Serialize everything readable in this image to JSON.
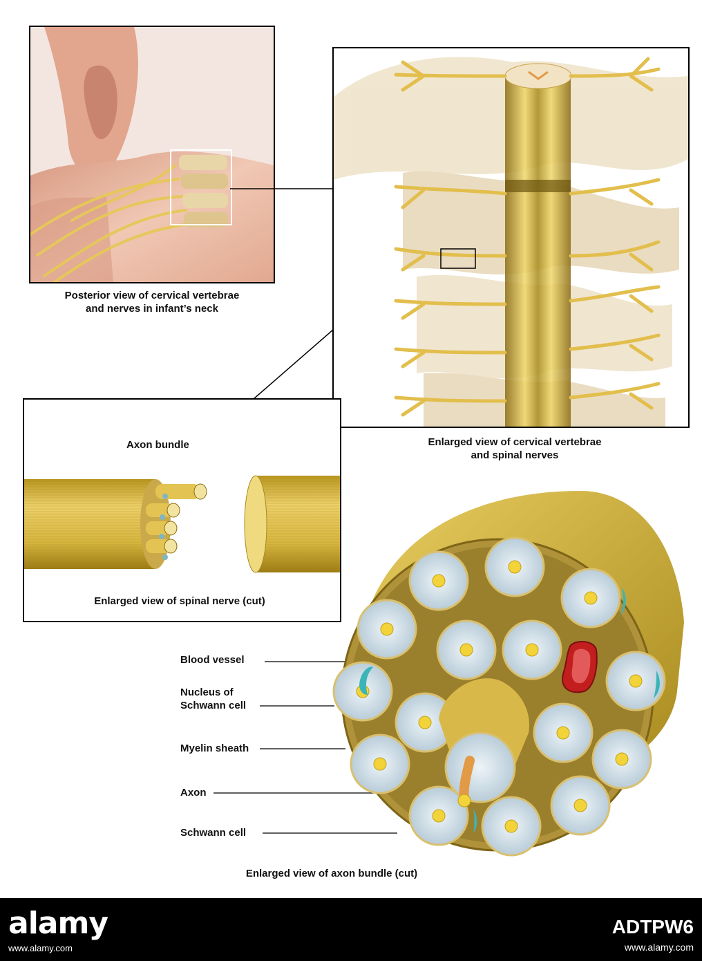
{
  "captions": {
    "neck": "Posterior view of cervical vertebrae\nand nerves in infant’s neck",
    "spine": "Enlarged view of cervical vertebrae\nand spinal nerves",
    "nerve": "Enlarged view of spinal nerve (cut)",
    "bundle": "Enlarged view of axon bundle (cut)"
  },
  "labels": {
    "axon_bundle": "Axon bundle",
    "blood_vessel": "Blood vessel",
    "nucleus": "Nucleus of\nSchwann cell",
    "myelin": "Myelin sheath",
    "axon": "Axon",
    "schwann": "Schwann cell"
  },
  "footer": {
    "brand": "alamy",
    "brand_url": "www.alamy.com",
    "image_id": "ADTPW6"
  },
  "colors": {
    "nerve": "#e6c75a",
    "nerve_dark": "#a88a1e",
    "bone": "#ecdcc0",
    "skin": "#e9b9a3",
    "myelin": "#c9dbe6",
    "nucleus": "#3bb4b8",
    "vessel": "#c21e1e"
  }
}
